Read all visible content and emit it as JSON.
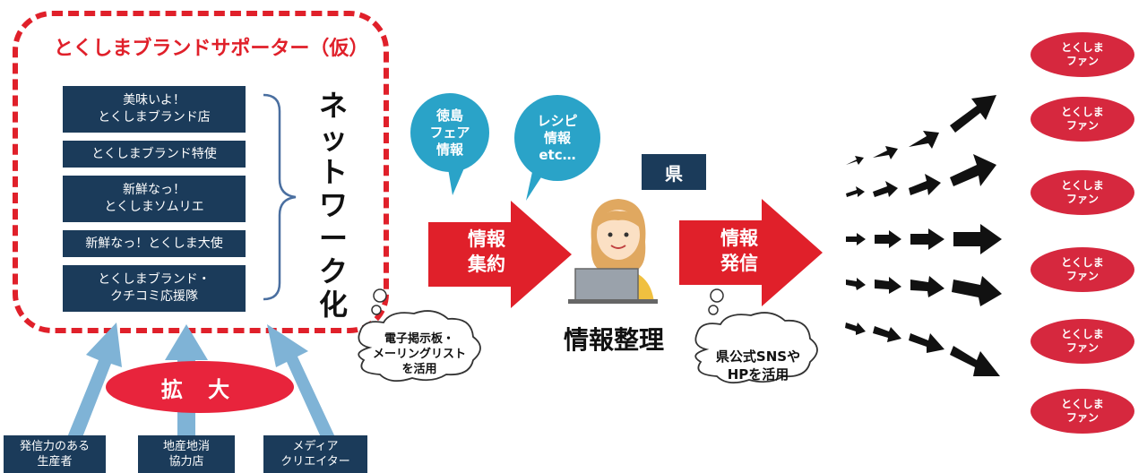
{
  "supporter": {
    "title": "とくしまブランドサポーター（仮）",
    "items": [
      "美味いよ！\nとくしまブランド店",
      "とくしまブランド特使",
      "新鮮なっ！\nとくしまソムリエ",
      "新鮮なっ！とくしま大使",
      "とくしまブランド・\nクチコミ応援隊"
    ],
    "network_label": "ネ\nッ\nト\nワ\nー\nク\n化"
  },
  "expand": {
    "label": "拡 大",
    "sources": [
      "発信力のある\n生産者",
      "地産地消\n協力店",
      "メディア\nクリエイター"
    ]
  },
  "center": {
    "bubbles": [
      "徳島\nフェア\n情報",
      "レシピ\n情報\netc…"
    ],
    "collect_label": "情報\n集約",
    "ken_label": "県",
    "org_label": "情報整理",
    "dispatch_label": "情報\n発信",
    "cloud_left": "電子掲示板・\nメーリングリスト\nを活用",
    "cloud_right": "県公式SNSや\nHPを活用"
  },
  "fans": [
    "とくしま\nファン",
    "とくしま\nファン",
    "とくしま\nファン",
    "とくしま\nファン",
    "とくしま\nファン",
    "とくしま\nファン"
  ],
  "colors": {
    "red": "#e0202a",
    "navy": "#1b3b5a",
    "teal": "#2aa3c8",
    "fan_red": "#d6283e"
  },
  "icons": {
    "person": "woman-at-laptop-icon",
    "cloud": "thought-cloud-icon",
    "arrow": "right-arrow-icon"
  }
}
